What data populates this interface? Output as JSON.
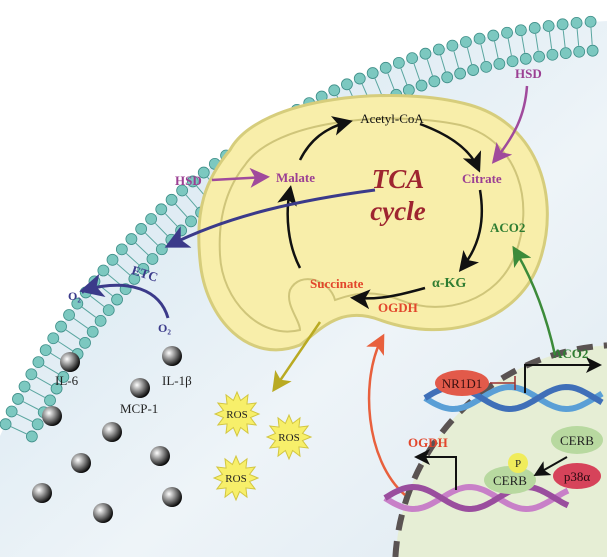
{
  "colors": {
    "purple": "#9b3f93",
    "navy": "#3b3a8a",
    "red": "#e2462c",
    "green": "#2f7d32",
    "tca": "#9e2530",
    "mito": "#f8eeaa",
    "nucleus": "#e8efd8",
    "membrane": "#7cc8c0"
  },
  "mito": {
    "acetyl": "Acetyl-CoA",
    "citrate": "Citrate",
    "malate": "Malate",
    "tca1": "TCA",
    "tca2": "cycle",
    "aco2": "ACO2",
    "akg": "α-KG",
    "succinate": "Succinate",
    "ogdh": "OGDH",
    "hsd_top": "HSD",
    "hsd_left": "HSD"
  },
  "cyto": {
    "etc": "ETC",
    "o2_radical": "O₂˙",
    "o2": "O₂",
    "il6": "IL-6",
    "il1b": "IL-1β",
    "mcp1": "MCP-1",
    "ros": [
      "ROS",
      "ROS",
      "ROS"
    ]
  },
  "nucleus": {
    "nr1d1": "NR1D1",
    "aco2": "ACO2",
    "cerb_free": "CERB",
    "p": "P",
    "cerb_bound": "CERB",
    "p38a": "p38α",
    "ogdh": "OGDH"
  }
}
